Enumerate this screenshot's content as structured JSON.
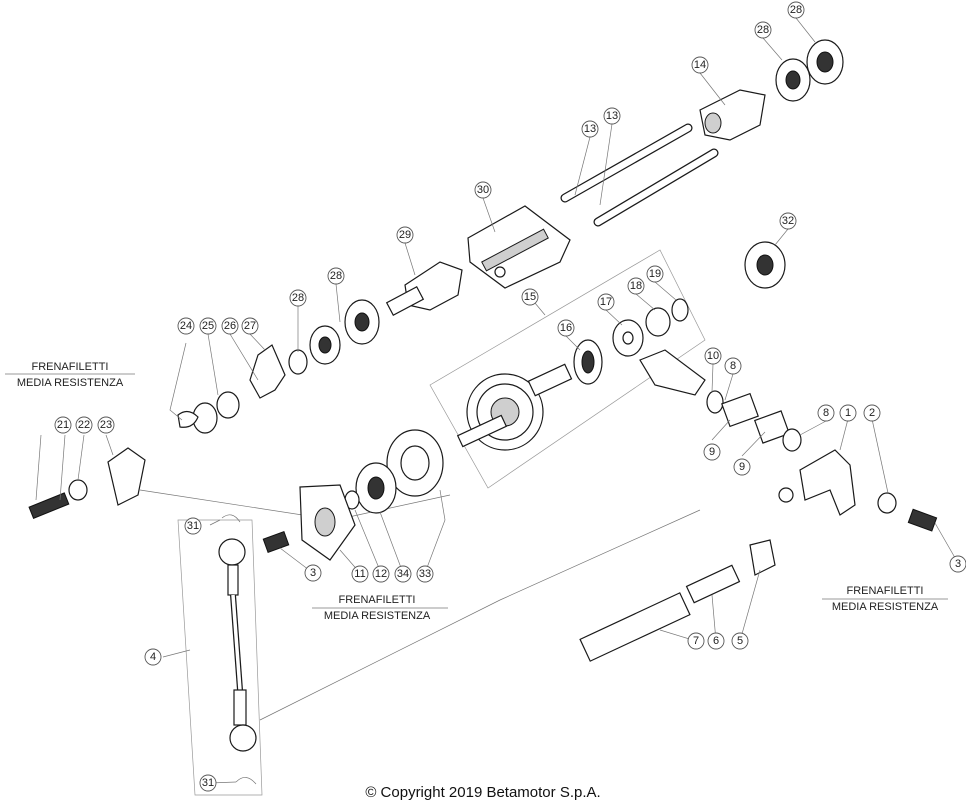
{
  "notes": [
    {
      "line1": "FRENAFILETTI",
      "line2": "MEDIA RESISTENZA"
    },
    {
      "line1": "FRENAFILETTI",
      "line2": "MEDIA RESISTENZA"
    },
    {
      "line1": "FRENAFILETTI",
      "line2": "MEDIA RESISTENZA"
    }
  ],
  "callouts": [
    "28",
    "28",
    "14",
    "13",
    "13",
    "30",
    "32",
    "29",
    "28",
    "15",
    "19",
    "18",
    "17",
    "28",
    "24",
    "25",
    "26",
    "27",
    "16",
    "10",
    "8",
    "8",
    "1",
    "2",
    "21",
    "22",
    "23",
    "9",
    "9",
    "31",
    "3",
    "11",
    "12",
    "34",
    "33",
    "3",
    "4",
    "7",
    "6",
    "5",
    "31"
  ],
  "copyright": "© Copyright 2019 Betamotor S.p.A."
}
